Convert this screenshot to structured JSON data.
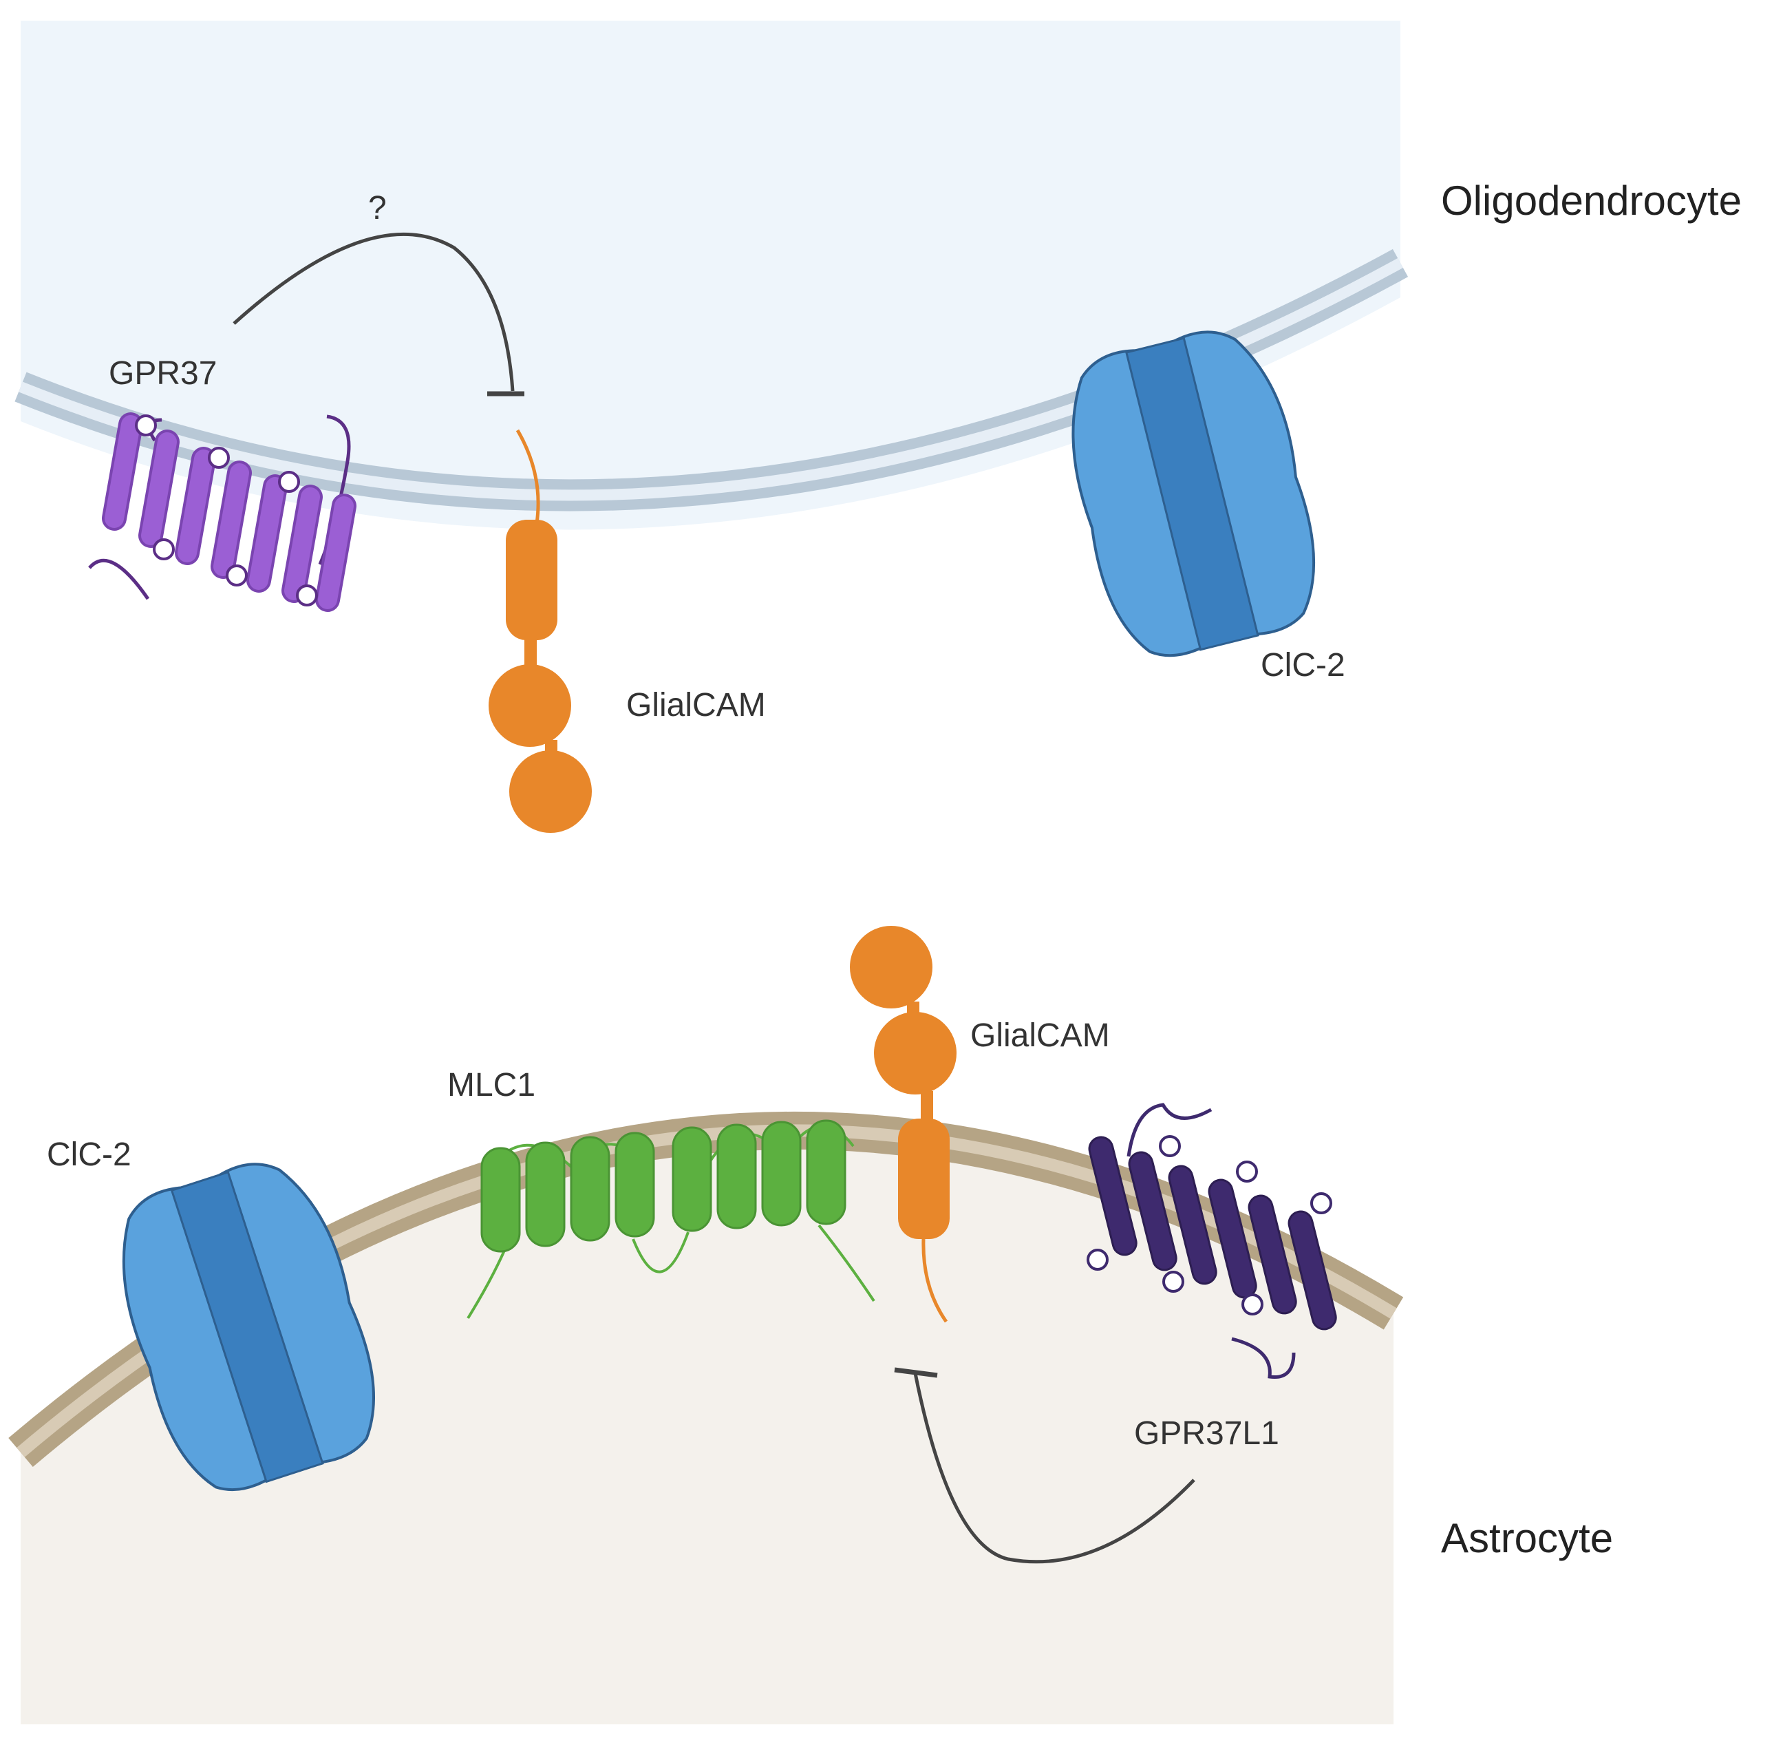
{
  "cells": {
    "top": {
      "name": "Oligodendrocyte"
    },
    "bottom": {
      "name": "Astrocyte"
    }
  },
  "top": {
    "gpr37": "GPR37",
    "glialcam": "GlialCAM",
    "clc2": "ClC-2",
    "question": "?"
  },
  "bottom": {
    "clc2": "ClC-2",
    "mlc1": "MLC1",
    "glialcam": "GlialCAM",
    "gpr37l1": "GPR37L1"
  },
  "colors": {
    "oligo_cytoplasm": "#eef5fb",
    "oligo_membrane": "#b8c8d6",
    "astro_cytoplasm": "#f4f1ec",
    "astro_membrane": "#b5a485",
    "gpr37": "#9b5fd4",
    "gpr37l1": "#3e2a6e",
    "glialcam": "#e8872a",
    "mlc1": "#5cb040",
    "clc2_light": "#5aa2dd",
    "clc2_dark": "#3a7fbf",
    "inhibition_arrow": "#444444"
  }
}
